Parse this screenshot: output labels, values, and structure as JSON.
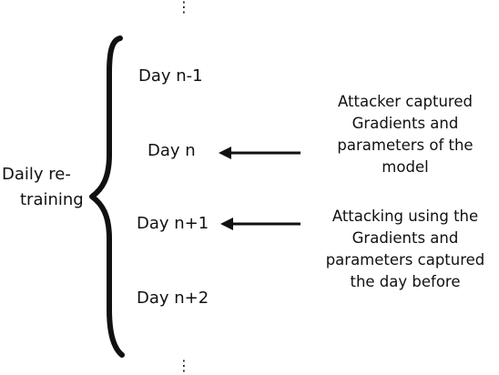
{
  "left_label": {
    "line1": "Daily re-",
    "line2": "training"
  },
  "days": [
    {
      "label": "Day n-1"
    },
    {
      "label": "Day n"
    },
    {
      "label": "Day n+1"
    },
    {
      "label": "Day n+2"
    }
  ],
  "notes": [
    {
      "lines": [
        "Attacker captured",
        "Gradients and",
        "parameters of the",
        "model"
      ]
    },
    {
      "lines": [
        "Attacking using the",
        "Gradients and",
        "parameters captured",
        "the day before"
      ]
    }
  ],
  "ellipsis": {
    "top": "⋮",
    "bottom": "⋮"
  },
  "colors": {
    "ink": "#111111",
    "background": "#ffffff"
  }
}
